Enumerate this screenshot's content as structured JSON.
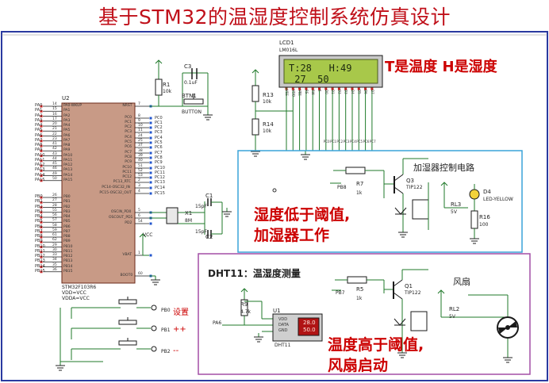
{
  "title": "基于STM32的温湿度控制系统仿真设计",
  "lcd": {
    "ref": "LCD1",
    "model": "LM016L",
    "line1": "T:28   H:49",
    "line2": " 27  50",
    "pins": [
      "VSS",
      "VDD",
      "VEE",
      "RS",
      "RW",
      "E",
      "D0",
      "D1",
      "D2",
      "D3",
      "D4",
      "D5",
      "D6",
      "D7"
    ]
  },
  "annotations": {
    "lcd_note": "T是温度  H是湿度",
    "humid_line1": "湿度低于阈值,",
    "humid_line2": "加湿器工作",
    "fan_line1": "温度高于阈值,",
    "fan_line2": "风扇启动"
  },
  "sections": {
    "humidifier": "加湿器控制电路",
    "dht": "DHT11：温湿度测量",
    "fan": "风扇"
  },
  "mcu": {
    "ref": "U2",
    "model": "STM32F103R6",
    "power1": "VDD=VCC",
    "power2": "VDDA=VCC",
    "left_pins": [
      {
        "n": "PA0",
        "p": "14"
      },
      {
        "n": "PA1",
        "p": "15"
      },
      {
        "n": "PA2",
        "p": "16"
      },
      {
        "n": "PA3",
        "p": "17"
      },
      {
        "n": "PA4",
        "p": "20"
      },
      {
        "n": "PA5",
        "p": "21"
      },
      {
        "n": "PA6",
        "p": "22"
      },
      {
        "n": "PA7",
        "p": "23"
      },
      {
        "n": "PA8",
        "p": "41"
      },
      {
        "n": "PA9",
        "p": "42"
      },
      {
        "n": "PA10",
        "p": "43"
      },
      {
        "n": "PA11",
        "p": "44"
      },
      {
        "n": "PA12",
        "p": "45"
      },
      {
        "n": "PA13",
        "p": "46"
      },
      {
        "n": "PA14",
        "p": "49"
      },
      {
        "n": "PA15",
        "p": "50"
      },
      {
        "n": "PB0",
        "p": "26"
      },
      {
        "n": "PB1",
        "p": "27"
      },
      {
        "n": "PB2",
        "p": "28"
      },
      {
        "n": "PB3",
        "p": "55"
      },
      {
        "n": "PB4",
        "p": "56"
      },
      {
        "n": "PB5",
        "p": "57"
      },
      {
        "n": "PB6",
        "p": "58"
      },
      {
        "n": "PB7",
        "p": "59"
      },
      {
        "n": "PB8",
        "p": "61"
      },
      {
        "n": "PB9",
        "p": "62"
      },
      {
        "n": "PB10",
        "p": "29"
      },
      {
        "n": "PB11",
        "p": "30"
      },
      {
        "n": "PB12",
        "p": "33"
      },
      {
        "n": "PB13",
        "p": "34"
      },
      {
        "n": "PB14",
        "p": "35"
      },
      {
        "n": "PB15",
        "p": "36"
      }
    ],
    "left_inner": [
      "PA0-WKUP",
      "PA1",
      "PA2",
      "PA3",
      "PA4",
      "PA5",
      "PA6",
      "PA7",
      "PA8",
      "PA9",
      "PA10",
      "PA11",
      "PA12",
      "PA13",
      "PA14",
      "PA15",
      "PB0",
      "PB1",
      "PB2",
      "PB3",
      "PB4",
      "PB5",
      "PB6",
      "PB7",
      "PB8",
      "PB9",
      "PB10",
      "PB11",
      "PB12",
      "PB13",
      "PB14",
      "PB15"
    ],
    "right_inner": [
      "NRST",
      "PC0",
      "PC1",
      "PC2",
      "PC3",
      "PC4",
      "PC5",
      "PC6",
      "PC7",
      "PC8",
      "PC9",
      "PC10",
      "PC11",
      "PC12",
      "PC13_RTC",
      "PC14-OSC32_IN",
      "PC15-OSC32_OUT",
      "OSCIN_PD0",
      "OSCOUT_PD1",
      "PD2",
      "VBAT",
      "BOOT0"
    ],
    "right_nets": [
      "PC0",
      "PC1",
      "PC2",
      "PC3",
      "PC4",
      "PC5",
      "PC6",
      "PC7",
      "PC8",
      "PC9",
      "PC10",
      "PC11",
      "PC12",
      "PC13",
      "PC14",
      "PC15"
    ],
    "right_nums": [
      "7",
      "8",
      "9",
      "10",
      "11",
      "24",
      "25",
      "37",
      "38",
      "39",
      "40",
      "51",
      "52",
      "53",
      "2",
      "3",
      "4",
      "5",
      "6",
      "54",
      "1",
      "60"
    ]
  },
  "components": {
    "r1": {
      "ref": "R1",
      "val": "10k"
    },
    "c3": {
      "ref": "C3",
      "val": "0.1uF"
    },
    "btn1": {
      "ref": "BTN1",
      "val": "BUTTON"
    },
    "c1": {
      "ref": "C1",
      "val": "15pF"
    },
    "c2": {
      "ref": "C2",
      "val": "15pF"
    },
    "x1": {
      "ref": "X1",
      "val": "8M"
    },
    "vcc": "VCC",
    "r13": {
      "ref": "R13",
      "val": "10k"
    },
    "r14": {
      "ref": "R14",
      "val": "10k"
    },
    "r7": {
      "ref": "R7",
      "val": "1k"
    },
    "q3": {
      "ref": "Q3",
      "val": "TIP122"
    },
    "rl3": {
      "ref": "RL3",
      "val": "5V"
    },
    "d4": {
      "ref": "D4",
      "val": "LED-YELLOW"
    },
    "r16": {
      "ref": "R16",
      "val": "100"
    },
    "pb8": "PB8",
    "r5": {
      "ref": "R5",
      "val": "1k"
    },
    "q1": {
      "ref": "Q1",
      "val": "TIP122"
    },
    "rl2": {
      "ref": "RL2",
      "val": "5V"
    },
    "pb7": "PB7",
    "r9": {
      "ref": "R9",
      "val": "4.7k"
    },
    "u1": {
      "ref": "U1",
      "val": "DHT11"
    },
    "pa6": "PA6",
    "dht_pins": [
      "VDD",
      "DATA",
      "GND"
    ],
    "dht_t": "28.0",
    "dht_h": "50.0"
  },
  "buttons": [
    {
      "net": "PB0",
      "label": "设置"
    },
    {
      "net": "PB1",
      "label": "++"
    },
    {
      "net": "PB2",
      "label": "--"
    }
  ],
  "colors": {
    "title": "#c0101a",
    "annotation": "#cc0000",
    "lcd_bg": "#a8c84a",
    "mcu_fill": "#c89a86",
    "humid_box": "#3aa3d8",
    "fan_box": "#a34fa6",
    "wire": "#1f7a2a"
  }
}
